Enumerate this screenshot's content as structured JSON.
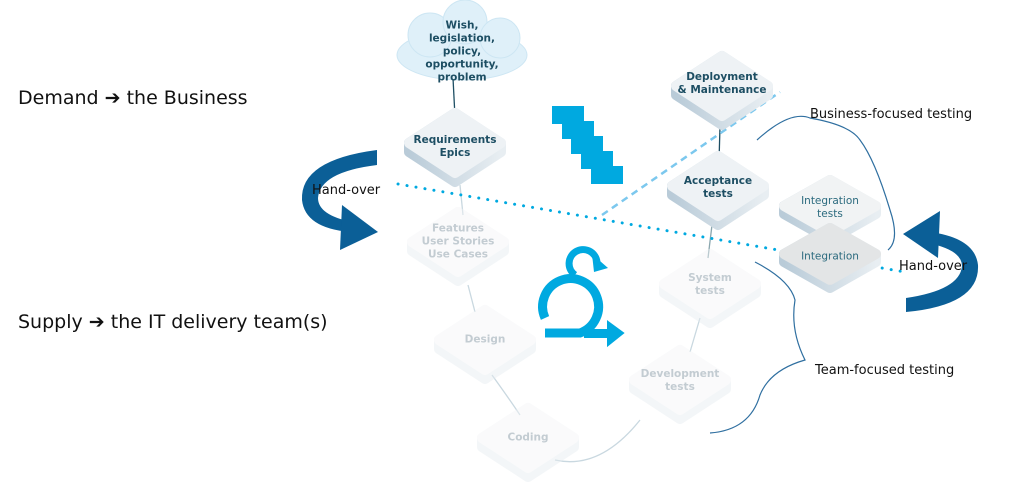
{
  "left_labels": {
    "demand": "Demand ➔ the Business",
    "supply": "Supply ➔ the IT delivery team(s)"
  },
  "handover_left": "Hand-over",
  "handover_right": "Hand-over",
  "business_testing": "Business-focused testing",
  "team_testing": "Team-focused testing",
  "nodes": {
    "cloud": "Wish, legislation, policy, opportunity, problem",
    "requirements": {
      "line1": "Requirements",
      "line2": "Epics"
    },
    "features": {
      "line1": "Features",
      "line2": "User Stories",
      "line3": "Use Cases"
    },
    "design": "Design",
    "coding": "Coding",
    "development_tests": {
      "line1": "Development",
      "line2": "tests"
    },
    "system_tests": {
      "line1": "System",
      "line2": "tests"
    },
    "acceptance_tests": {
      "line1": "Acceptance",
      "line2": "tests"
    },
    "deployment": {
      "line1": "Deployment",
      "line2": "& Maintenance"
    },
    "integration_tests": {
      "line1": "Integration",
      "line2": "tests"
    },
    "integration": "Integration"
  },
  "colors": {
    "handover_arrow": "#0b5f97",
    "scrum_blue": "#00a9e0",
    "requirements_edge": "#f26522",
    "deployment_edge": "#00a9e0",
    "acceptance_edge": "#124e5f",
    "integration_edge": "#8aa6ae"
  }
}
